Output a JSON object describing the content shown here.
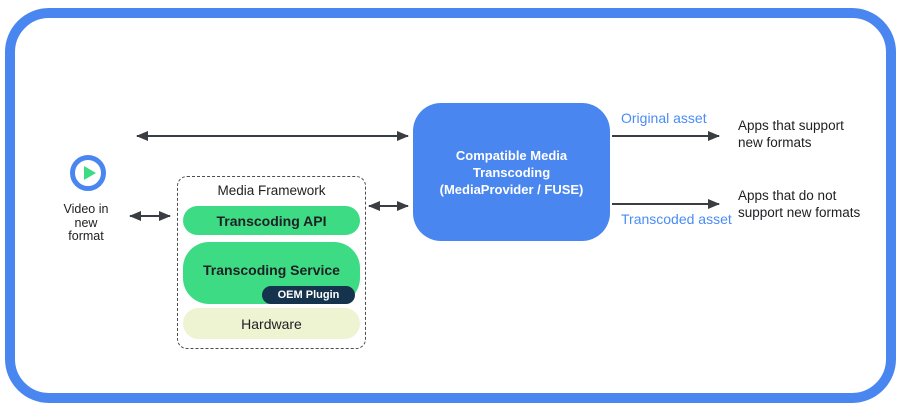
{
  "colors": {
    "blue": "#4a86f0",
    "label_blue": "#4a8cf5",
    "green": "#3ddc84",
    "navy": "#15334d",
    "cream": "#eef3d2",
    "arrow": "#3a3d41",
    "text": "#202124",
    "dash": "#4d4d4d"
  },
  "source": {
    "icon": "play-icon",
    "label": "Video in\nnew\nformat"
  },
  "media_framework": {
    "title": "Media Framework",
    "layers": {
      "api": "Transcoding API",
      "service": "Transcoding Service",
      "oem": "OEM Plugin",
      "hardware": "Hardware"
    }
  },
  "transcoder": {
    "title": "Compatible Media\nTranscoding\n(MediaProvider / FUSE)"
  },
  "outputs": {
    "original": {
      "label": "Original asset",
      "target": "Apps that support\nnew formats"
    },
    "transcoded": {
      "label": "Transcoded asset",
      "target": "Apps that do not\nsupport new formats"
    }
  }
}
